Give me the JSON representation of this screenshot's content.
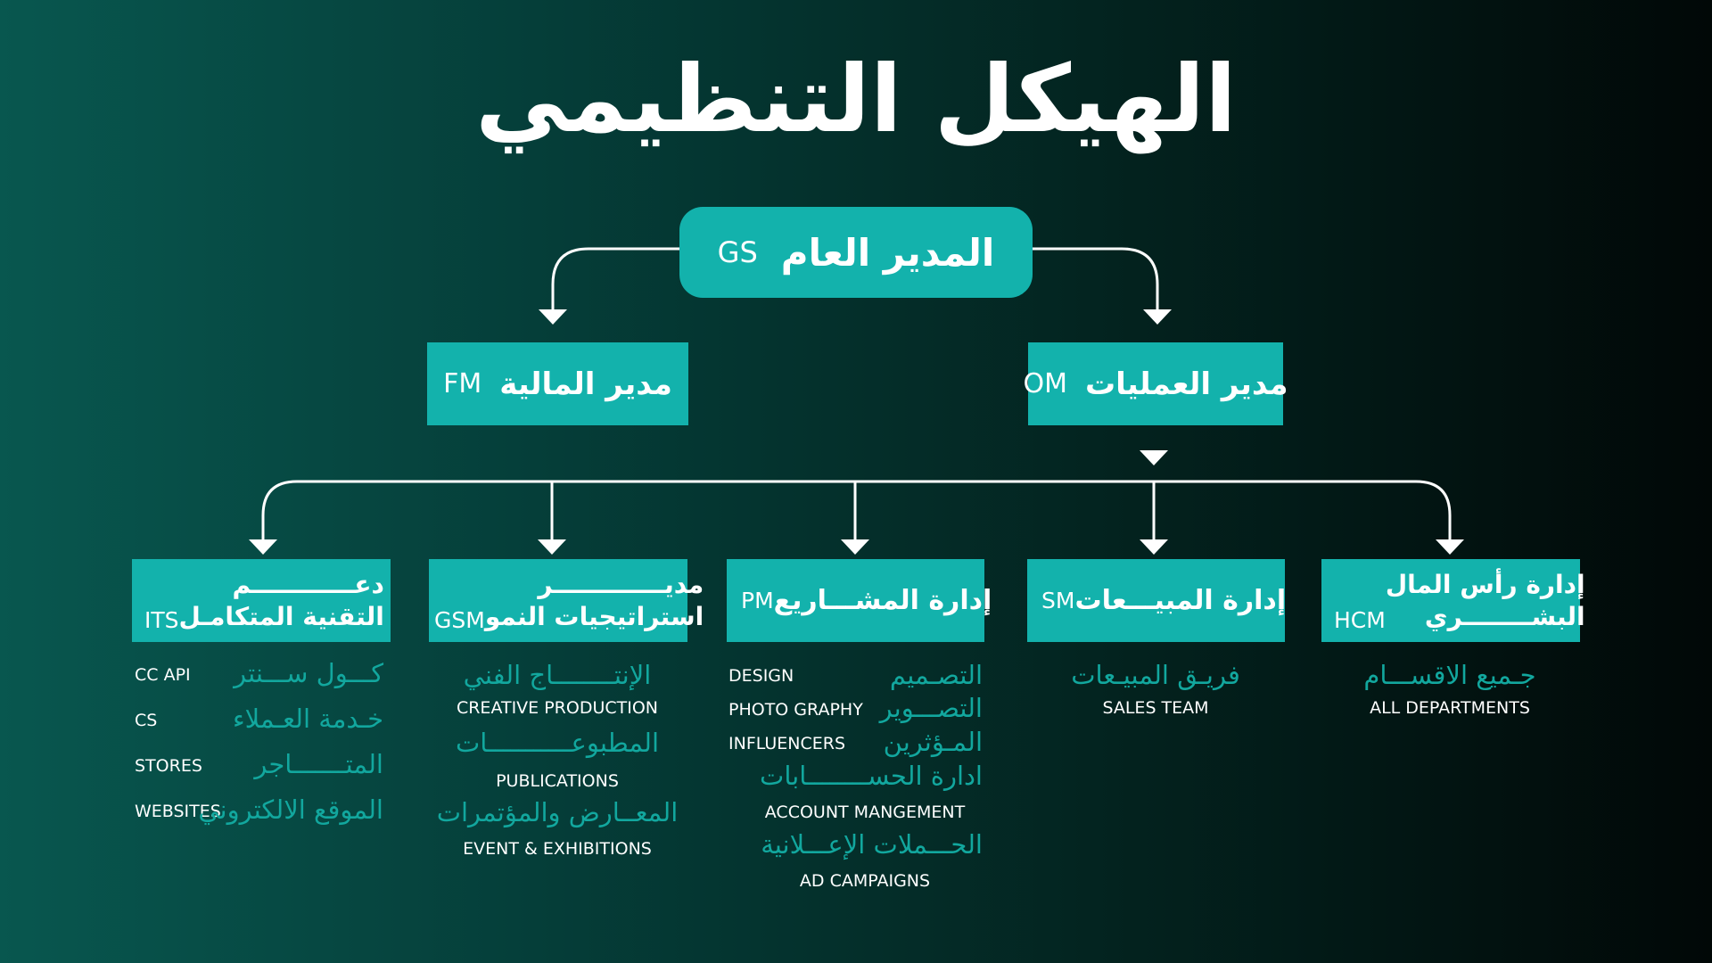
{
  "title": "الهيكل التنظيمي",
  "general_manager": {
    "ar": "المدير العام",
    "code": "GS"
  },
  "finance_manager": {
    "ar": "مدير المالية",
    "code": "FM"
  },
  "operations_manager": {
    "ar": "مدير العمليات",
    "code": "OM"
  },
  "departments": [
    {
      "ar_line1": "دعــــــــــــم",
      "ar_line2": "التقنية المتكامـل",
      "code": "ITS",
      "items": [
        {
          "ar": "كـــول ســـنتر",
          "en": "CC API"
        },
        {
          "ar": "خـدمة العـملاء",
          "en": "CS"
        },
        {
          "ar": "المتـــــــاجر",
          "en": "STORES"
        },
        {
          "ar": "الموقع الالكتروني",
          "en": "WEBSITES"
        }
      ]
    },
    {
      "ar_line1": "مديـــــــــــــر",
      "ar_line2": "استراتيجيات النمو",
      "code": "GSM",
      "items": [
        {
          "ar": "الإنتــــــــاج الفني",
          "en": "CREATIVE PRODUCTION"
        },
        {
          "ar": "المطبوعـــــــــــات",
          "en": "PUBLICATIONS"
        },
        {
          "ar": "المعــارض والمؤتمرات",
          "en": "EVENT & EXHIBITIONS"
        }
      ]
    },
    {
      "ar": "إدارة المشـــاريع",
      "code": "PM",
      "items": [
        {
          "ar": "التصـميم",
          "en": "DESIGN"
        },
        {
          "ar": "التصـــوير",
          "en": "PHOTO GRAPHY"
        },
        {
          "ar": "المـؤثرين",
          "en": "INFLUENCERS"
        },
        {
          "ar": "ادارة الحســــــــابات",
          "en": "ACCOUNT MANGEMENT"
        },
        {
          "ar": "الحـــملات الإعـــلانية",
          "en": "AD CAMPAIGNS"
        }
      ]
    },
    {
      "ar": "إدارة المبيـــعات",
      "code": "SM",
      "items": [
        {
          "ar": "فريـق المبيـعات",
          "en": "SALES TEAM"
        }
      ]
    },
    {
      "ar_line1": "إدارة رأس المال",
      "ar_line2": "البشــــــــري",
      "code": "HCM",
      "items": [
        {
          "ar": "جـميع الاقســـام",
          "en": "ALL DEPARTMENTS"
        }
      ]
    }
  ],
  "colors": {
    "accent": "#13b2ac",
    "accent_text": "#12a79e",
    "connector": "#ffffff"
  }
}
